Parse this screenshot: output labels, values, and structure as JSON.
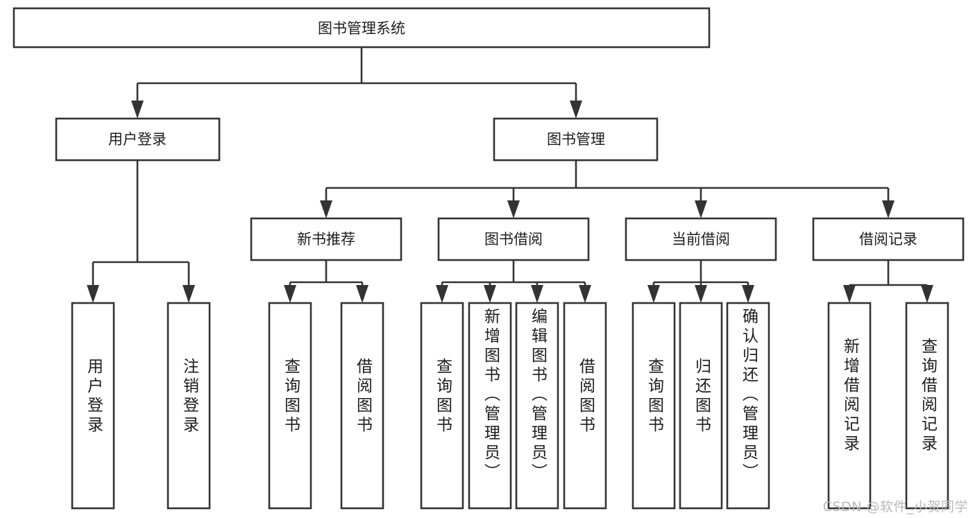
{
  "diagram": {
    "title": "图书管理系统",
    "type": "hierarchy-tree",
    "root": {
      "id": "root",
      "label": "图书管理系统",
      "level": 1
    },
    "level2": [
      {
        "id": "user-login",
        "label": "用户登录"
      },
      {
        "id": "book-manage",
        "label": "图书管理"
      }
    ],
    "level3": [
      {
        "id": "new-book-recommend",
        "label": "新书推荐",
        "parent": "book-manage"
      },
      {
        "id": "book-borrow",
        "label": "图书借阅",
        "parent": "book-manage"
      },
      {
        "id": "current-borrow",
        "label": "当前借阅",
        "parent": "book-manage"
      },
      {
        "id": "borrow-record",
        "label": "借阅记录",
        "parent": "book-manage"
      }
    ],
    "leaves": [
      {
        "id": "leaf-user-login",
        "label": "用户登录",
        "parent": "user-login"
      },
      {
        "id": "leaf-logout-login",
        "label": "注销登录",
        "parent": "user-login"
      },
      {
        "id": "leaf-query-book-1",
        "label": "查询图书",
        "parent": "new-book-recommend"
      },
      {
        "id": "leaf-borrow-book-1",
        "label": "借阅图书",
        "parent": "new-book-recommend"
      },
      {
        "id": "leaf-query-book-2",
        "label": "查询图书",
        "parent": "book-borrow"
      },
      {
        "id": "leaf-add-book",
        "label": "新增图书（管理员）",
        "parent": "book-borrow"
      },
      {
        "id": "leaf-edit-book",
        "label": "编辑图书（管理员）",
        "parent": "book-borrow"
      },
      {
        "id": "leaf-borrow-book-2",
        "label": "借阅图书",
        "parent": "book-borrow"
      },
      {
        "id": "leaf-query-book-3",
        "label": "查询图书",
        "parent": "current-borrow"
      },
      {
        "id": "leaf-return-book",
        "label": "归还图书",
        "parent": "current-borrow"
      },
      {
        "id": "leaf-confirm-return",
        "label": "确认归还（管理员）",
        "parent": "current-borrow"
      },
      {
        "id": "leaf-add-record",
        "label": "新增借阅记录",
        "parent": "borrow-record"
      },
      {
        "id": "leaf-query-record",
        "label": "查询借阅记录",
        "parent": "borrow-record"
      }
    ],
    "colors": {
      "stroke": "#333333",
      "fill": "#ffffff",
      "text": "#1c1c1c",
      "watermark": "#b9b9b9"
    }
  },
  "watermark": {
    "text": "CSDN @软件_小贺同学"
  }
}
